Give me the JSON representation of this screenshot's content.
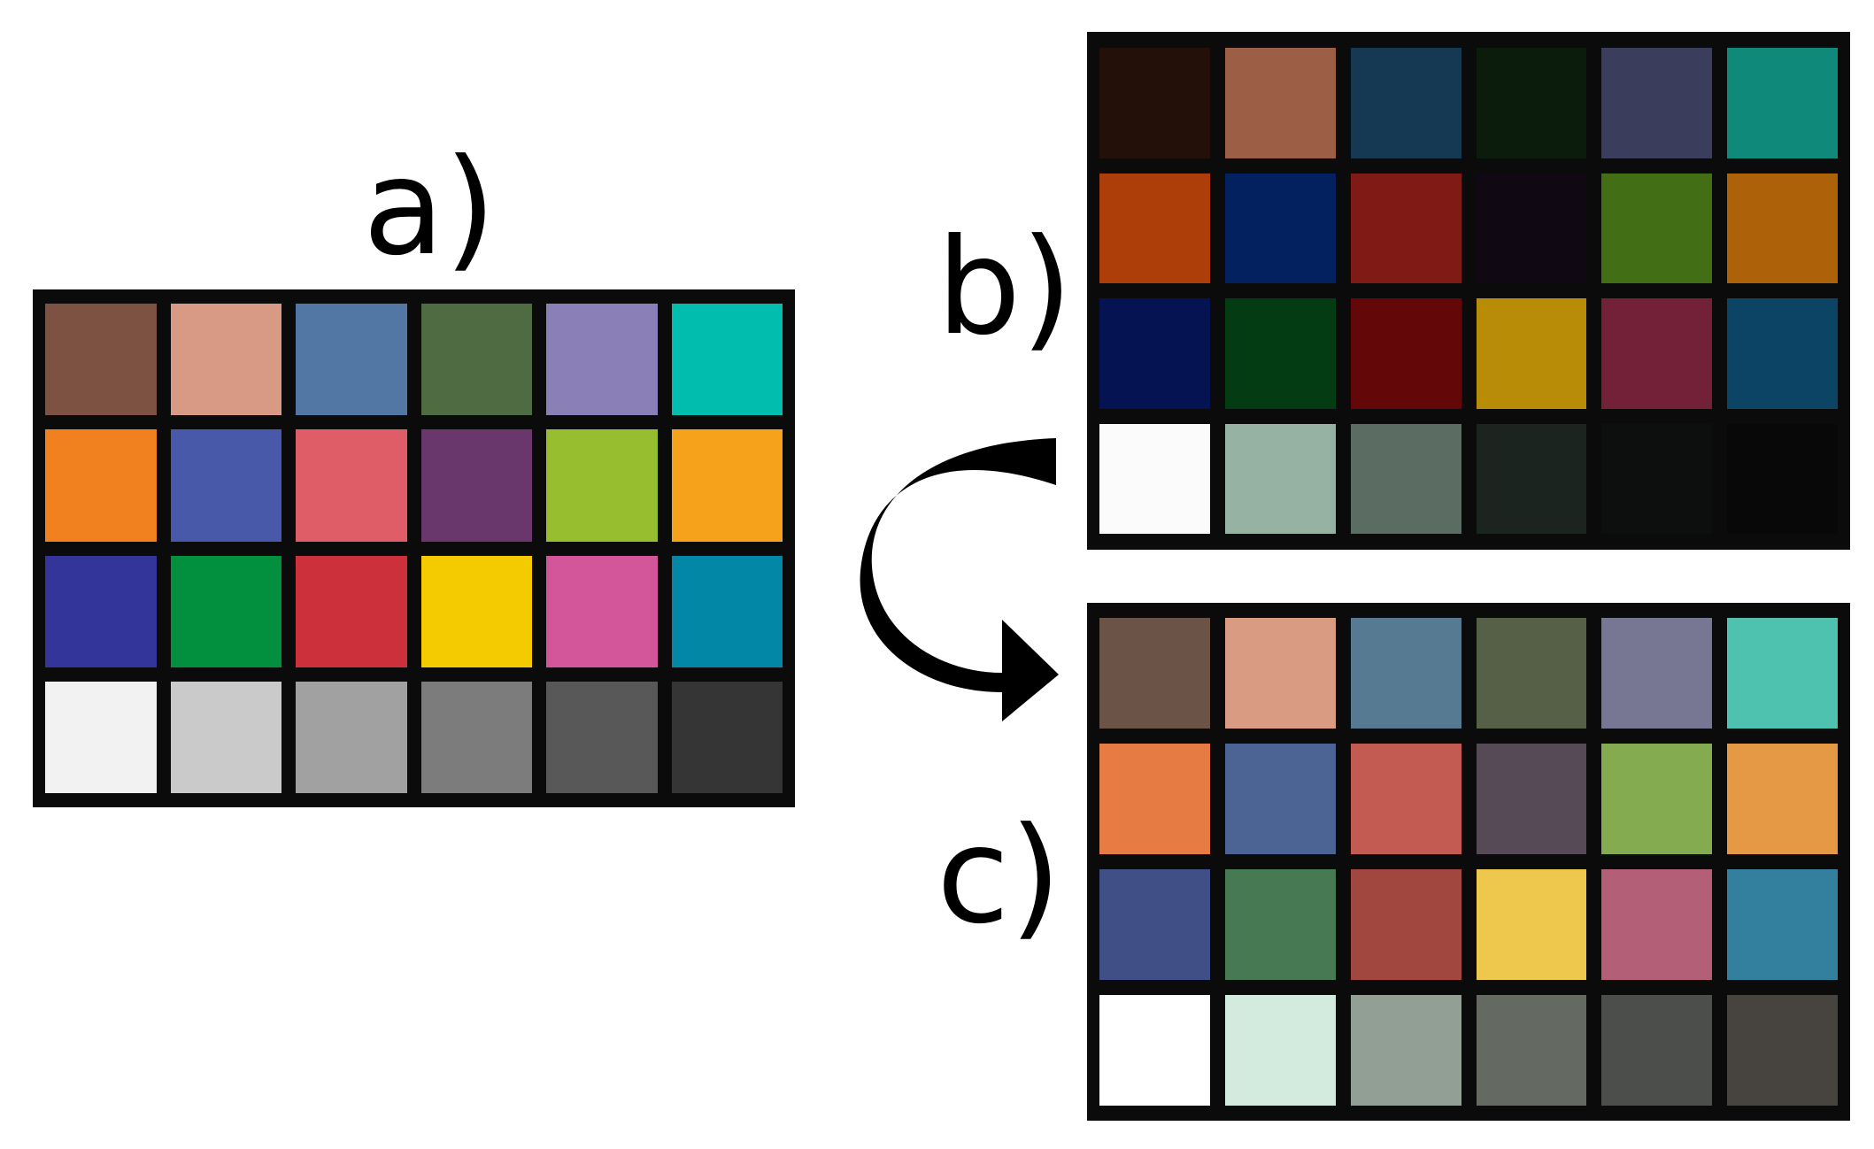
{
  "labels": {
    "a": "a)",
    "b": "b)",
    "c": "c)"
  },
  "charts": {
    "a": [
      "#7e5242",
      "#d89985",
      "#5277a4",
      "#4e6b41",
      "#8a80b7",
      "#00bdae",
      "#f1801f",
      "#4959a9",
      "#de5d66",
      "#6a376c",
      "#97be2f",
      "#f6a21a",
      "#33359a",
      "#03903e",
      "#cc313b",
      "#f3cb00",
      "#d4569a",
      "#0387a7",
      "#f2f2f2",
      "#cacaca",
      "#a1a1a1",
      "#7c7c7c",
      "#585858",
      "#353535"
    ],
    "b": [
      "#231109",
      "#9c5f46",
      "#153952",
      "#0b1b0c",
      "#3b3d5d",
      "#0f8a7a",
      "#ad3e09",
      "#03215e",
      "#7f1b14",
      "#100914",
      "#426f15",
      "#ad6109",
      "#051352",
      "#033b12",
      "#640708",
      "#b98c08",
      "#732138",
      "#0c4466",
      "#fbfbfb",
      "#95b2a2",
      "#5b6c63",
      "#1c2420",
      "#0c0f0d",
      "#080808"
    ],
    "c": [
      "#6b5447",
      "#d99c83",
      "#577a93",
      "#566047",
      "#777794",
      "#4ec2ae",
      "#e67b43",
      "#4c6494",
      "#c45b53",
      "#554a55",
      "#85ab50",
      "#e59945",
      "#404f85",
      "#477953",
      "#a1473f",
      "#eec74d",
      "#b35f78",
      "#327f9e",
      "#ffffff",
      "#d2ebde",
      "#929f95",
      "#646a62",
      "#4c4e4b",
      "#474440"
    ]
  }
}
